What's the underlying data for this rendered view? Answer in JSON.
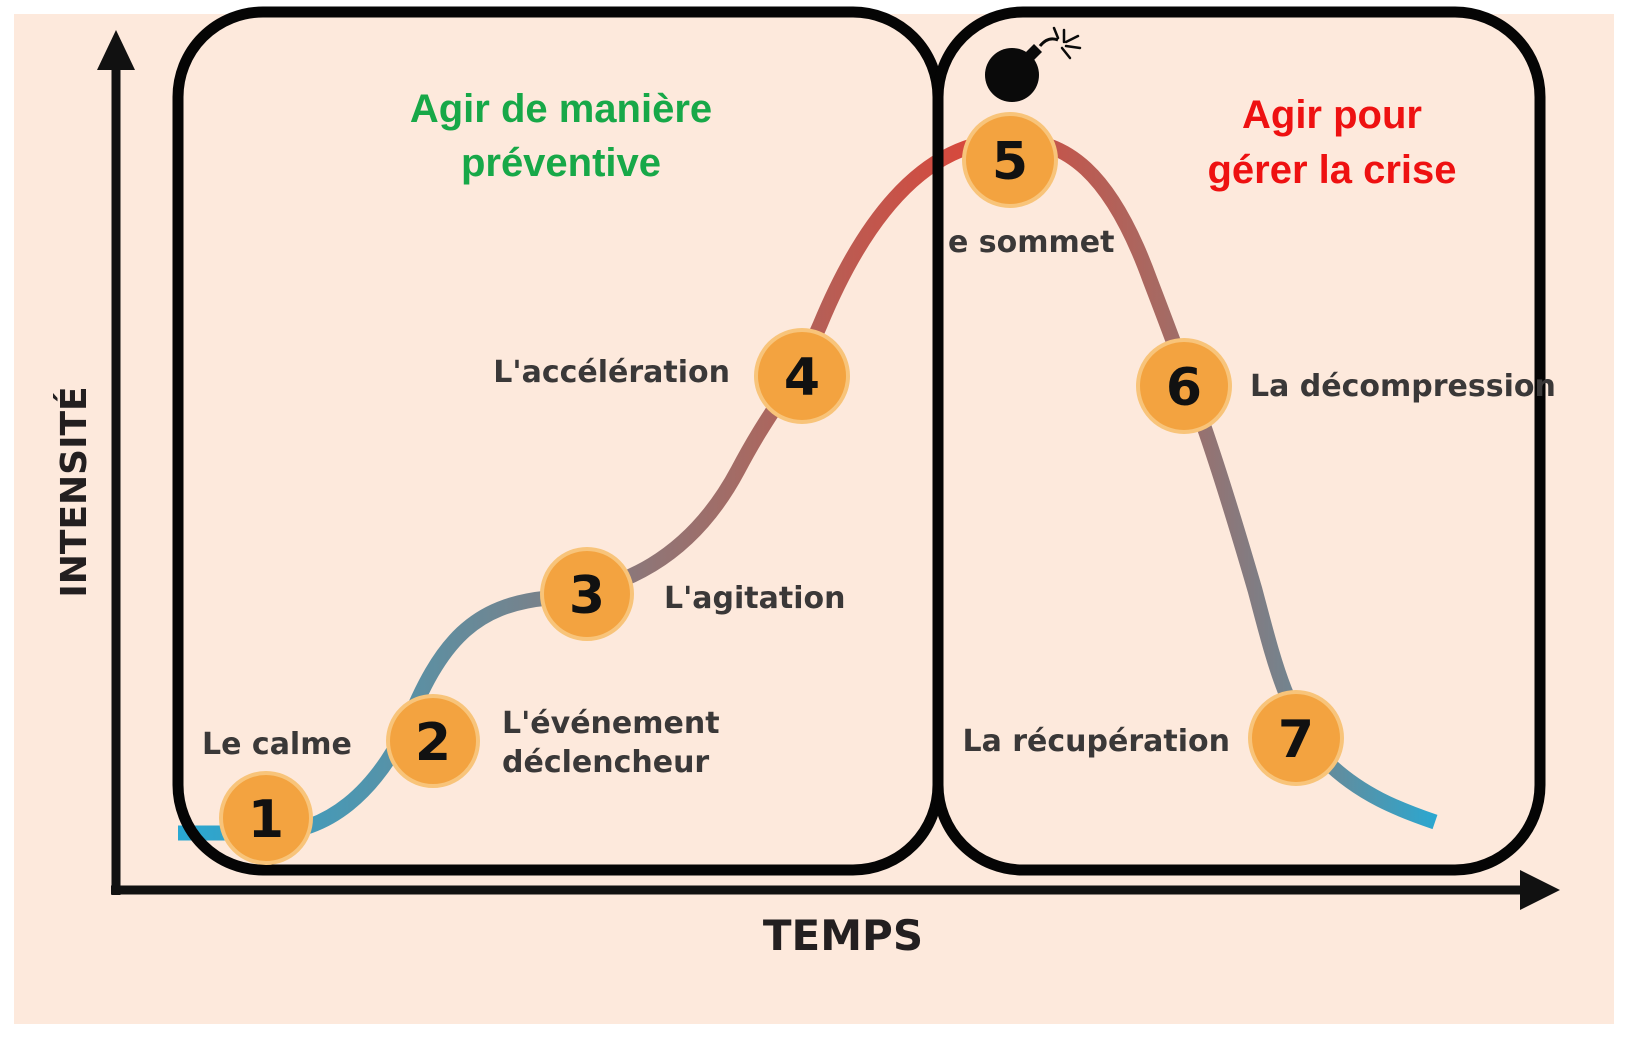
{
  "colors": {
    "panel_background": "#fde9dc",
    "frame": "#050505",
    "axis": "#111111",
    "step_badge": "#f3a340",
    "step_badge_border": "#f8c47a",
    "curve_calm": "#29a8d2",
    "curve_rise": "#5f8ea0",
    "curve_mid": "#a66a63",
    "curve_peak": "#d8473b",
    "preventive_title": "#17a848",
    "crisis_title": "#ee1111"
  },
  "axes": {
    "y_label": "INTENSITÉ",
    "x_label": "TEMPS"
  },
  "zones": {
    "preventive": {
      "title_line1": "Agir de manière",
      "title_line2": "préventive"
    },
    "crisis": {
      "title_line1": "Agir pour",
      "title_line2": "gérer la crise"
    }
  },
  "peak_icon": "bomb-icon",
  "steps": [
    {
      "number": "1",
      "label": "Le calme"
    },
    {
      "number": "2",
      "label_line1": "L'événement",
      "label_line2": "déclencheur"
    },
    {
      "number": "3",
      "label": "L'agitation"
    },
    {
      "number": "4",
      "label": "L'accélération"
    },
    {
      "number": "5",
      "label": "e sommet"
    },
    {
      "number": "6",
      "label": "La décompression"
    },
    {
      "number": "7",
      "label": "La récupération"
    }
  ]
}
